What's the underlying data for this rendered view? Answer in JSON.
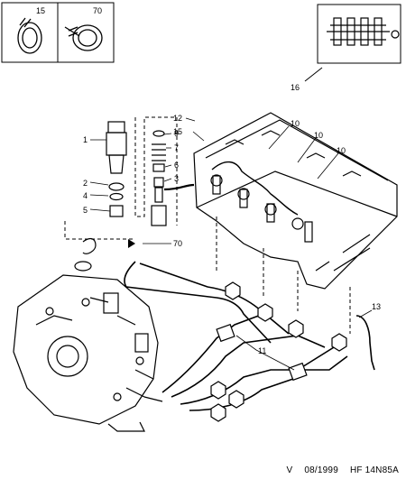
{
  "labels": {
    "l1": "1",
    "l2": "2",
    "l3": "3",
    "l4": "4",
    "l5": "5",
    "l6": "6",
    "l7": "7",
    "l8": "8",
    "l9": "9",
    "l10a": "10",
    "l10b": "10",
    "l10c": "10",
    "l11": "11",
    "l12": "12",
    "l13": "13",
    "l15": "15",
    "l16": "16",
    "l70": "70"
  },
  "legend": {
    "item15": "15",
    "item70": "70"
  },
  "footer": {
    "version": "V",
    "date": "08/1999",
    "ref": "HF 14N85A"
  }
}
